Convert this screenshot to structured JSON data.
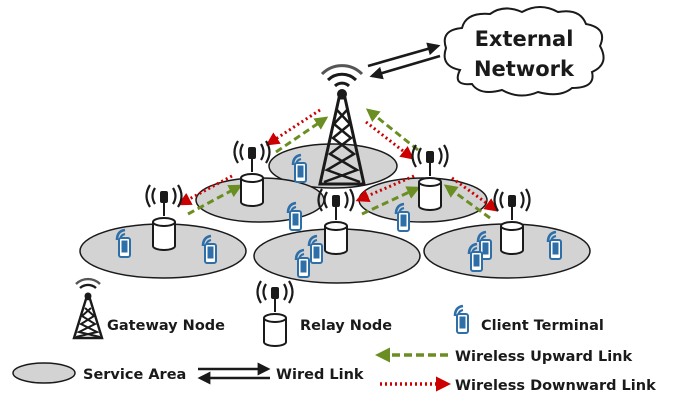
{
  "cloud": {
    "line1": "External",
    "line2": "Network"
  },
  "legend": {
    "gateway_node": "Gateway Node",
    "relay_node": "Relay Node",
    "client_terminal": "Client Terminal",
    "service_area": "Service Area",
    "wired_link": "Wired Link",
    "wireless_upward_link": "Wireless Upward Link",
    "wireless_downward_link": "Wireless Downward Link"
  },
  "colors": {
    "upward": "#6b8e23",
    "downward": "#cc0000",
    "client": "#2f6fa8",
    "area_fill": "#d3d3d3",
    "stroke": "#1a1a1a"
  },
  "icons": {
    "gateway": "gateway-tower-icon",
    "relay": "relay-node-icon",
    "client": "client-terminal-icon",
    "cloud": "cloud-icon",
    "service_area": "service-area-ellipse"
  }
}
